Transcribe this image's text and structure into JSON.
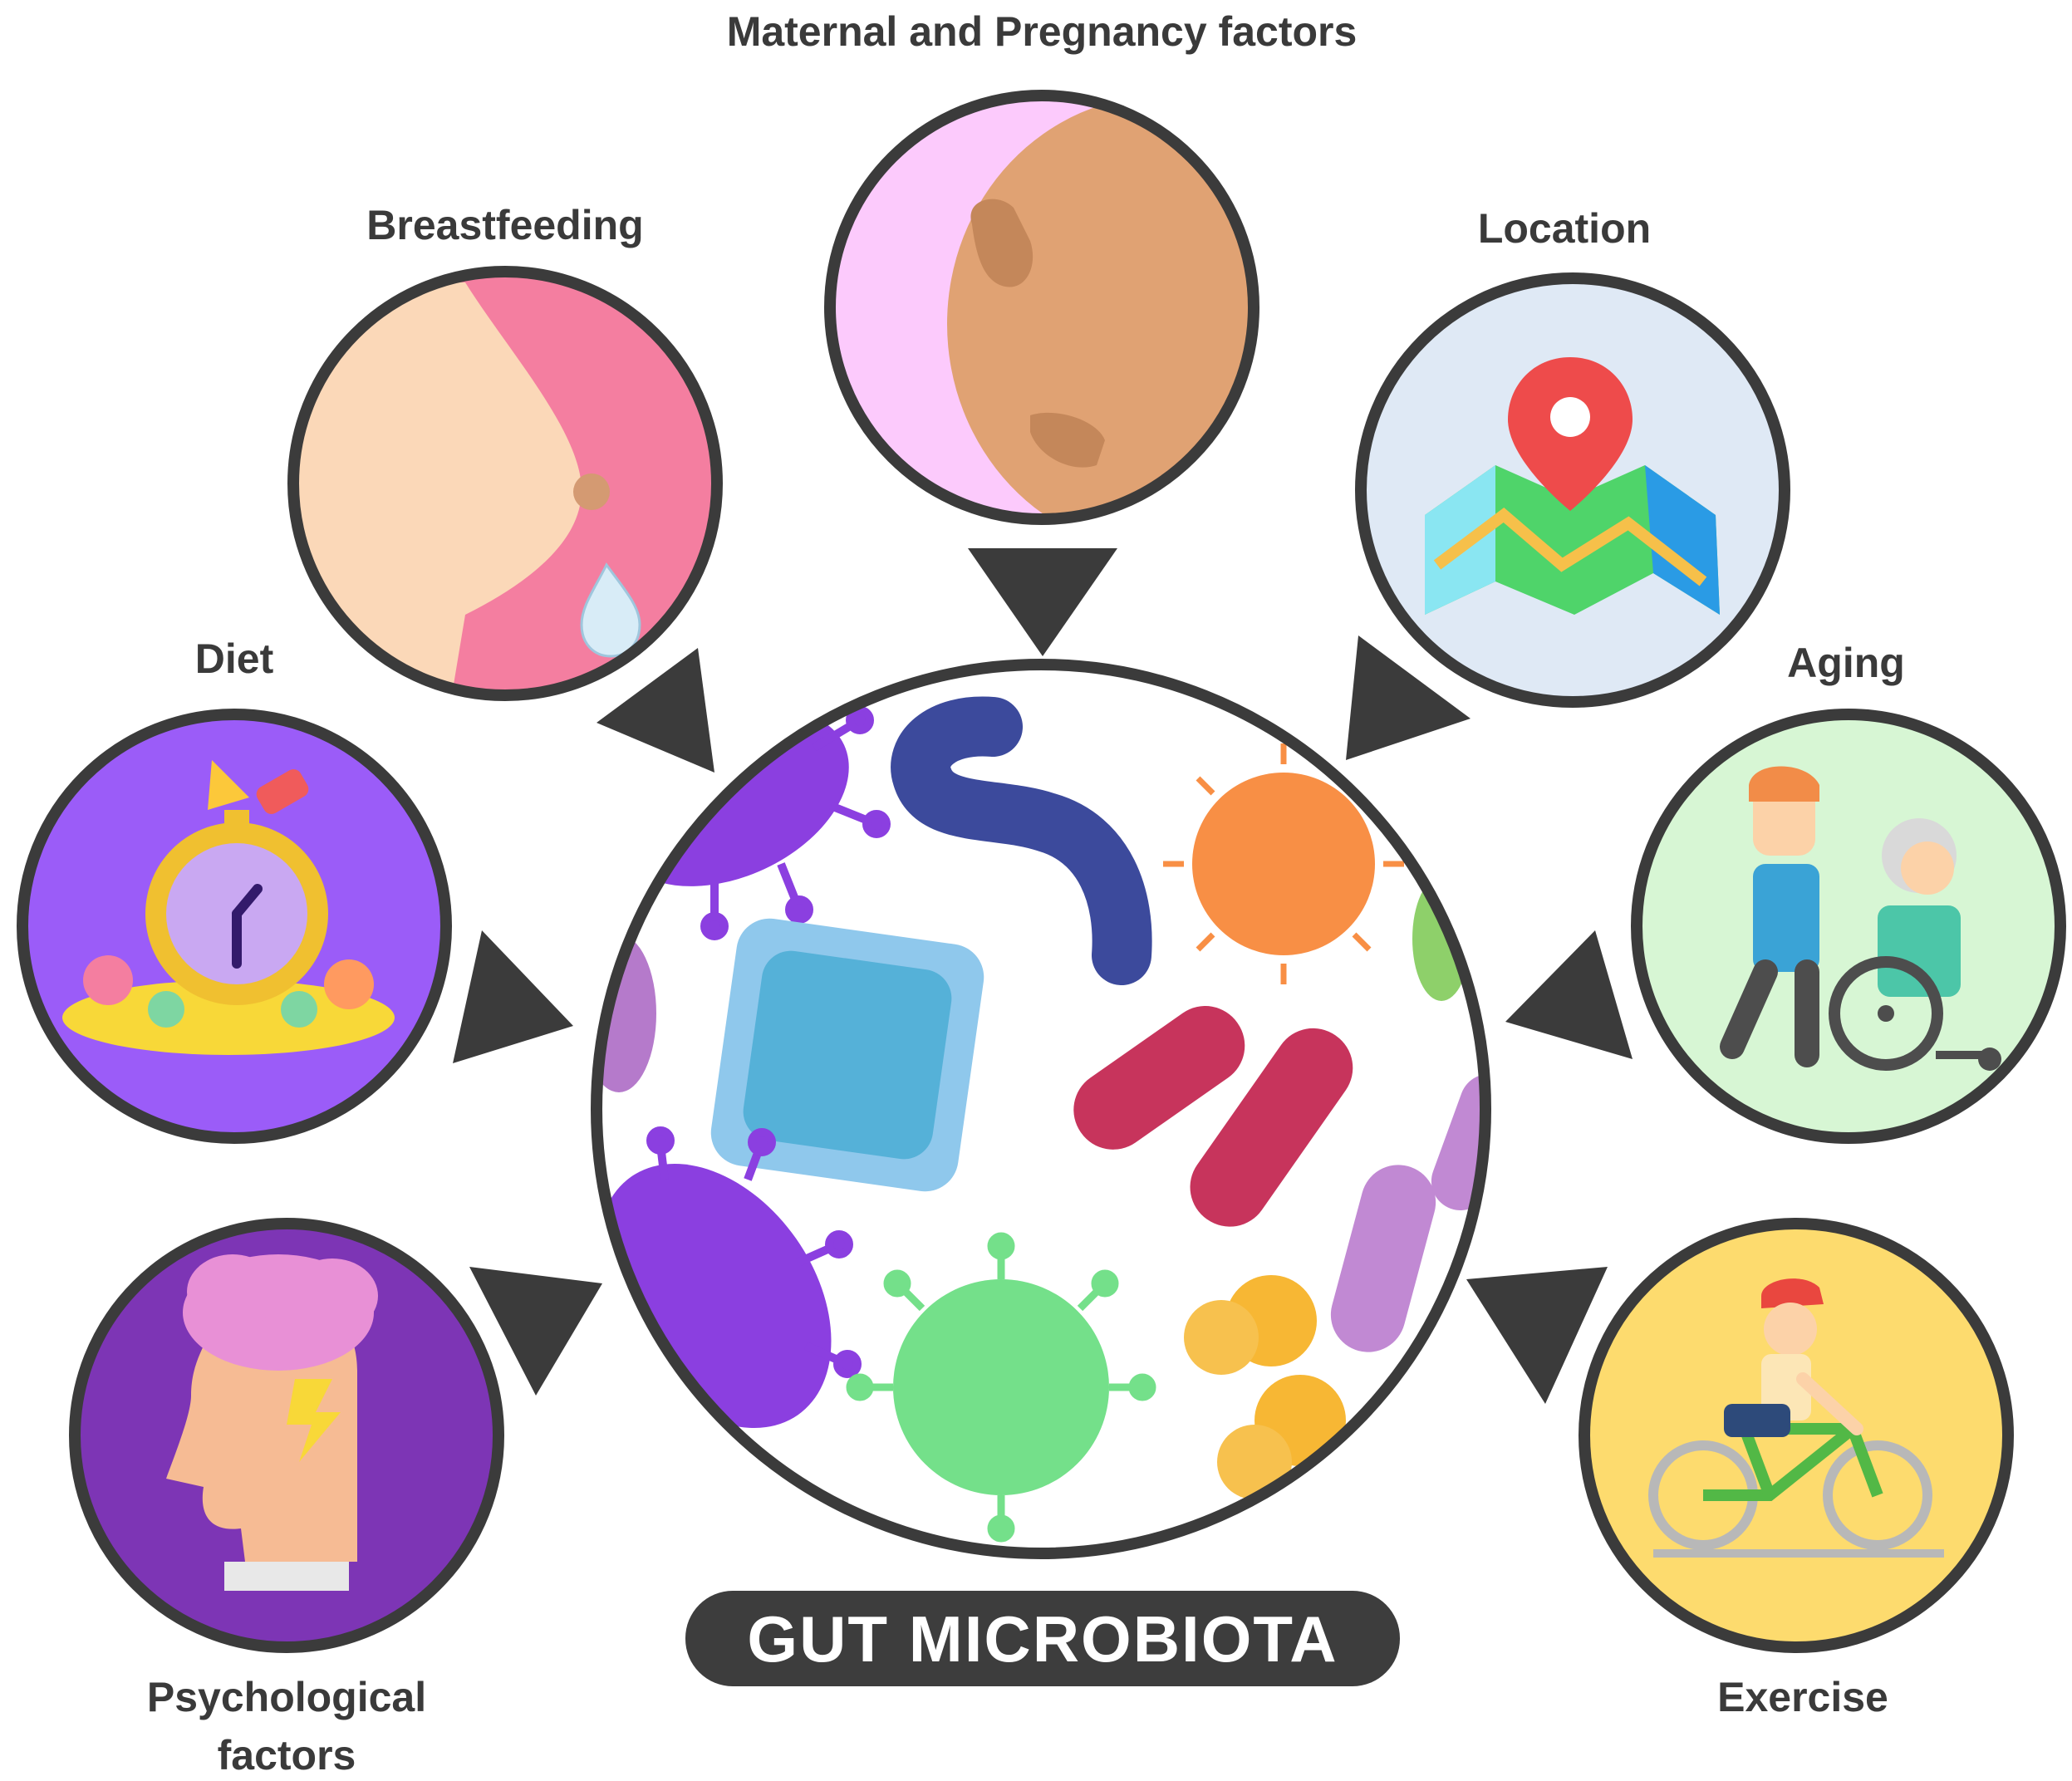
{
  "title": "",
  "center": {
    "label": "GUT MICROBIOTA",
    "icon": "microbes-illustration",
    "banner_color": "#3d3d3d"
  },
  "factors": [
    {
      "id": "maternal",
      "label": "Maternal and Pregnancy factors",
      "icon": "pregnant-belly-icon",
      "bg": "#fccafc"
    },
    {
      "id": "breastfeeding",
      "label": "Breastfeeding",
      "icon": "breast-milk-drop-icon",
      "bg": "#f47ea0"
    },
    {
      "id": "location",
      "label": "Location",
      "icon": "map-pin-icon",
      "bg": "#dfe9f5"
    },
    {
      "id": "diet",
      "label": "Diet",
      "icon": "food-clock-icon",
      "bg": "#9b5cf8"
    },
    {
      "id": "aging",
      "label": "Aging",
      "icon": "elderly-wheelchair-icon",
      "bg": "#d7f6d4"
    },
    {
      "id": "psychological",
      "label_lines": [
        "Psychological",
        "factors"
      ],
      "icon": "stressed-head-icon",
      "bg": "#7d35b5"
    },
    {
      "id": "exercise",
      "label": "Exercise",
      "icon": "cyclist-icon",
      "bg": "#fddb6e"
    }
  ],
  "colors": {
    "ring": "#3b3b3b",
    "arrow": "#3b3b3b"
  }
}
